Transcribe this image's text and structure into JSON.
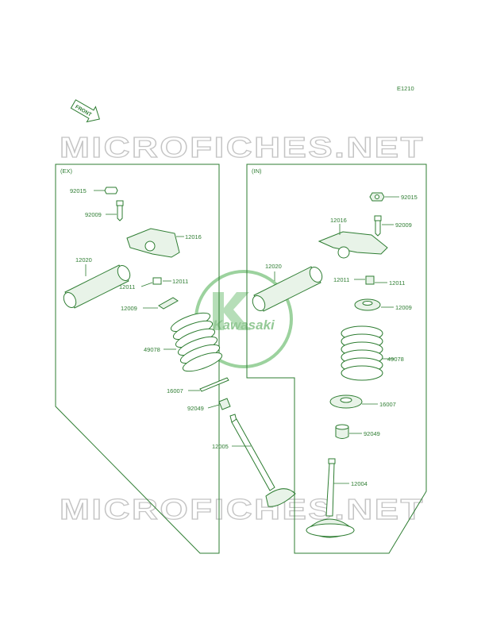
{
  "page_code": "E1210",
  "front_arrow_label": "FRONT",
  "watermark_text": "MICROFICHES.NET",
  "logo_text": "Kawasaki",
  "colors": {
    "line": "#2e7d32",
    "watermark": "#c4c4c4",
    "logo": "#4caf50"
  },
  "sections": {
    "exhaust": {
      "label": "(EX)",
      "parts": [
        {
          "id": "ex-92015",
          "number": "92015"
        },
        {
          "id": "ex-92009",
          "number": "92009"
        },
        {
          "id": "ex-12016",
          "number": "12016"
        },
        {
          "id": "ex-12020",
          "number": "12020"
        },
        {
          "id": "ex-12011-a",
          "number": "12011"
        },
        {
          "id": "ex-12011-b",
          "number": "12011"
        },
        {
          "id": "ex-12009",
          "number": "12009"
        },
        {
          "id": "ex-49078",
          "number": "49078"
        },
        {
          "id": "ex-16007",
          "number": "16007"
        },
        {
          "id": "ex-92049",
          "number": "92049"
        },
        {
          "id": "ex-12005",
          "number": "12005"
        }
      ]
    },
    "intake": {
      "label": "(IN)",
      "parts": [
        {
          "id": "in-92015",
          "number": "92015"
        },
        {
          "id": "in-92009",
          "number": "92009"
        },
        {
          "id": "in-12016",
          "number": "12016"
        },
        {
          "id": "in-12020",
          "number": "12020"
        },
        {
          "id": "in-12011-a",
          "number": "12011"
        },
        {
          "id": "in-12011-b",
          "number": "12011"
        },
        {
          "id": "in-12009",
          "number": "12009"
        },
        {
          "id": "in-49078",
          "number": "49078"
        },
        {
          "id": "in-16007",
          "number": "16007"
        },
        {
          "id": "in-92049",
          "number": "92049"
        },
        {
          "id": "in-12004",
          "number": "12004"
        }
      ]
    }
  }
}
